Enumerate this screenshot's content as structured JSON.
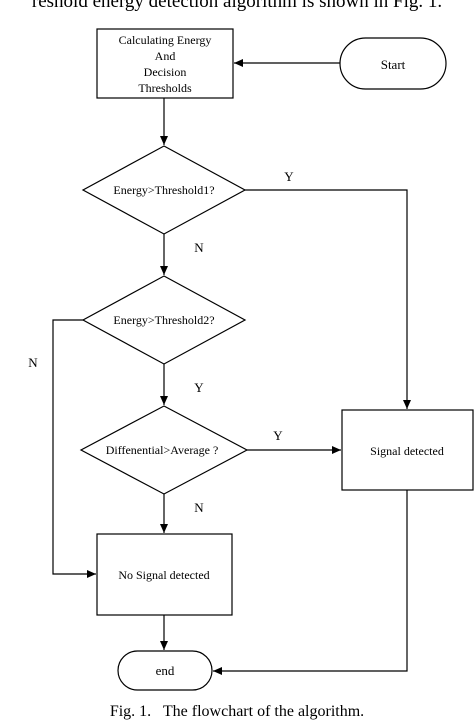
{
  "header_fragment": "reshold energy detection algorithm is shown in Fig. 1.",
  "nodes": {
    "start": "Start",
    "calc": [
      "Calculating Energy",
      "And",
      "Decision",
      "Thresholds"
    ],
    "decision1": "Energy>Threshold1?",
    "decision2": "Energy>Threshold2?",
    "decision3": "Diffenential>Average ?",
    "signal_detected": "Signal detected",
    "no_signal": "No Signal detected",
    "end": "end"
  },
  "edge_labels": {
    "d1_yes": "Y",
    "d1_no": "N",
    "d2_yes": "Y",
    "d2_no": "N",
    "d3_yes": "Y",
    "d3_no": "N"
  },
  "caption": "Fig. 1.   The flowchart of the algorithm."
}
